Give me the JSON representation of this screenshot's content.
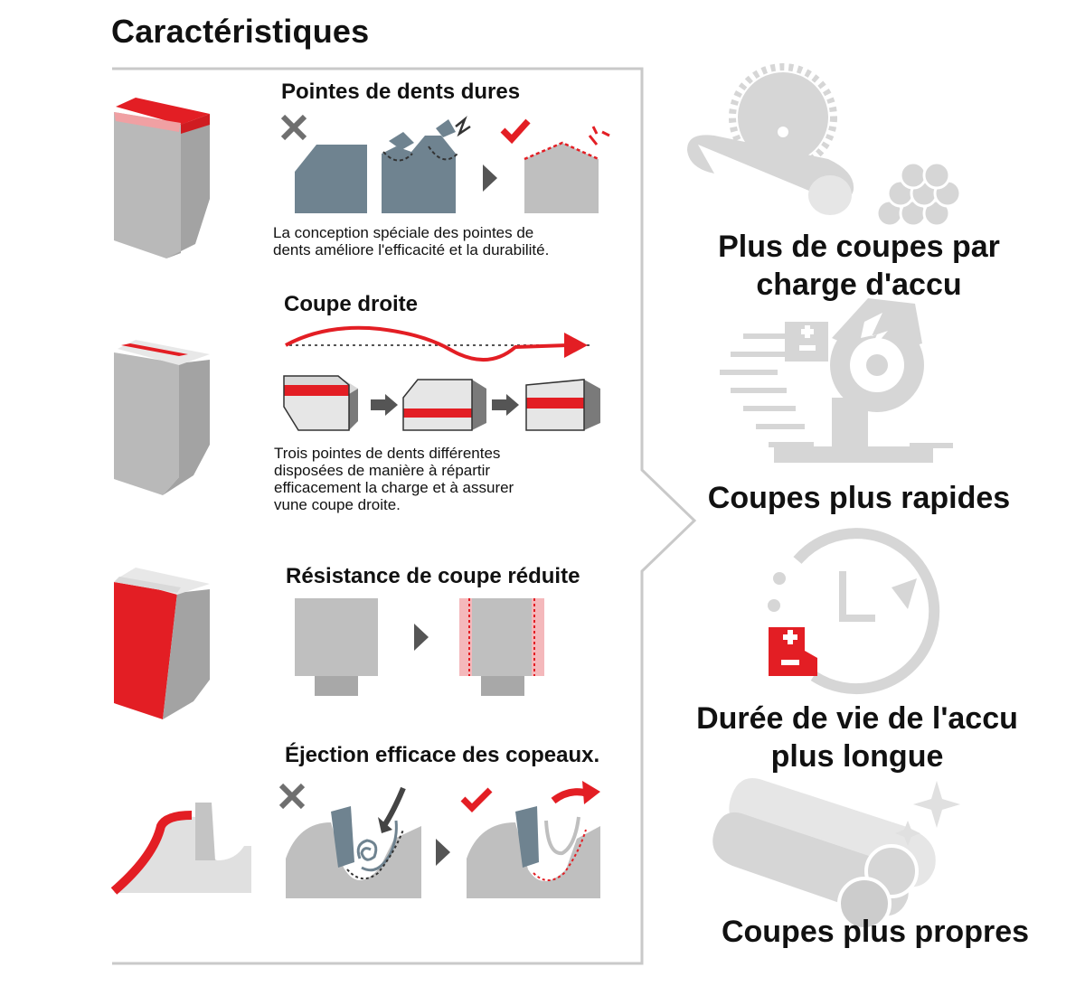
{
  "title": "Caractéristiques",
  "features": [
    {
      "title": "Pointes de dents dures",
      "description_lines": [
        "La conception spéciale des pointes de",
        "dents améliore l'efficacité et la durabilité."
      ]
    },
    {
      "title": "Coupe droite",
      "description_lines": [
        "Trois pointes de dents différentes",
        "disposées de manière à répartir",
        "efficacement la charge et à assurer",
        "vune coupe droite."
      ]
    },
    {
      "title": "Résistance de coupe réduite",
      "description_lines": []
    },
    {
      "title": "Éjection efficace des copeaux.",
      "description_lines": []
    }
  ],
  "benefits": [
    {
      "lines": [
        "Plus de coupes par",
        "charge d'accu"
      ],
      "icon": "saw-blade-and-pipes-icon"
    },
    {
      "lines": [
        "Coupes plus rapides"
      ],
      "icon": "miter-saw-icon"
    },
    {
      "lines": [
        "Durée de vie de l'accu",
        "plus longue"
      ],
      "icon": "clock-battery-icon"
    },
    {
      "lines": [
        "Coupes plus propres"
      ],
      "icon": "clean-pipes-icon"
    }
  ],
  "colors": {
    "accent": "#e31e24",
    "gray_dark": "#6f8390",
    "gray_light": "#bfbfbf",
    "gray_mid": "#a8a8a8",
    "pink": "#f4b8bb",
    "icon_gray": "#d6d6d6"
  }
}
